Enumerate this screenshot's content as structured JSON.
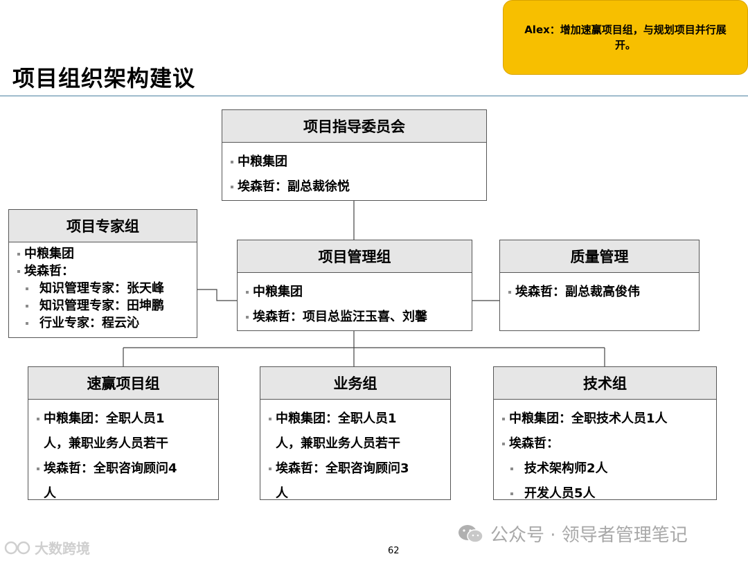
{
  "note": {
    "text": "Alex：增加速赢项目组，与规划项目并行展开。"
  },
  "page_title": "项目组织架构建议",
  "boxes": {
    "steering": {
      "title": "项目指导委员会",
      "items": [
        "中粮集团",
        "埃森哲：副总裁徐悦"
      ]
    },
    "expert": {
      "title": "项目专家组",
      "items": [
        "中粮集团",
        "埃森哲：",
        "知识管理专家：张天峰",
        "知识管理专家：田坤鹏",
        "行业专家：程云沁"
      ]
    },
    "management": {
      "title": "项目管理组",
      "items": [
        "中粮集团",
        "埃森哲：项目总监汪玉喜、刘馨"
      ]
    },
    "quality": {
      "title": "质量管理",
      "items": [
        "埃森哲：副总裁高俊伟"
      ]
    },
    "quickwin": {
      "title": "速赢项目组",
      "items": [
        "中粮集团：全职人员1",
        "人，兼职业务人员若干",
        "埃森哲：全职咨询顾问4",
        "人"
      ]
    },
    "business": {
      "title": "业务组",
      "items": [
        "中粮集团：全职人员1",
        "人，兼职业务人员若干",
        "埃森哲：全职咨询顾问3",
        "人"
      ]
    },
    "tech": {
      "title": "技术组",
      "items": [
        "中粮集团：全职技术人员1人",
        "埃森哲：",
        "技术架构师2人",
        "开发人员5人"
      ]
    }
  },
  "page_number": "62",
  "watermark_left": "大数跨境",
  "watermark_right": "公众号 · 领导者管理笔记"
}
